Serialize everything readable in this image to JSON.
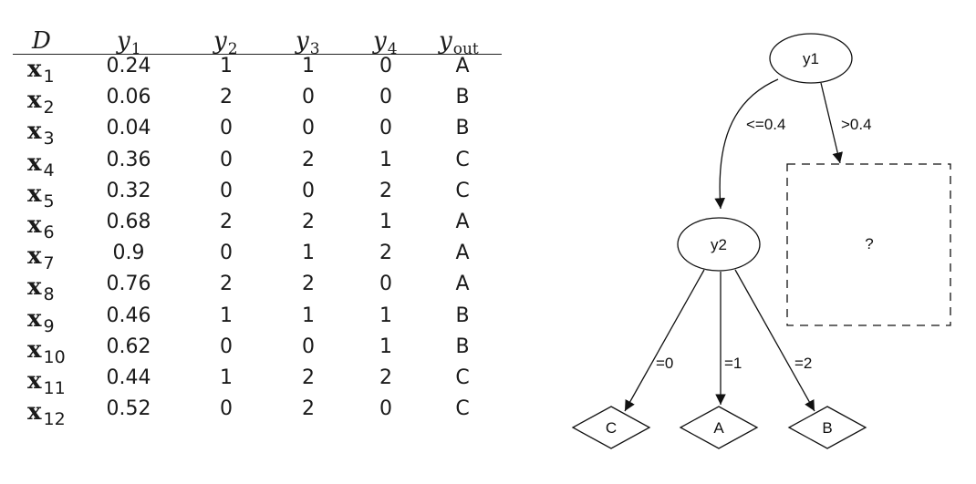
{
  "table": {
    "dataset_symbol": "D",
    "columns": [
      {
        "base": "y",
        "sub": "1"
      },
      {
        "base": "y",
        "sub": "2"
      },
      {
        "base": "y",
        "sub": "3"
      },
      {
        "base": "y",
        "sub": "4"
      },
      {
        "base": "y",
        "sub": "out"
      }
    ],
    "rows": [
      {
        "x": "x",
        "sub": "1",
        "values": [
          "0.24",
          "1",
          "1",
          "0",
          "A"
        ]
      },
      {
        "x": "x",
        "sub": "2",
        "values": [
          "0.06",
          "2",
          "0",
          "0",
          "B"
        ]
      },
      {
        "x": "x",
        "sub": "3",
        "values": [
          "0.04",
          "0",
          "0",
          "0",
          "B"
        ]
      },
      {
        "x": "x",
        "sub": "4",
        "values": [
          "0.36",
          "0",
          "2",
          "1",
          "C"
        ]
      },
      {
        "x": "x",
        "sub": "5",
        "values": [
          "0.32",
          "0",
          "0",
          "2",
          "C"
        ]
      },
      {
        "x": "x",
        "sub": "6",
        "values": [
          "0.68",
          "2",
          "2",
          "1",
          "A"
        ]
      },
      {
        "x": "x",
        "sub": "7",
        "values": [
          "0.9",
          "0",
          "1",
          "2",
          "A"
        ]
      },
      {
        "x": "x",
        "sub": "8",
        "values": [
          "0.76",
          "2",
          "2",
          "0",
          "A"
        ]
      },
      {
        "x": "x",
        "sub": "9",
        "values": [
          "0.46",
          "1",
          "1",
          "1",
          "B"
        ]
      },
      {
        "x": "x",
        "sub": "10",
        "values": [
          "0.62",
          "0",
          "0",
          "1",
          "B"
        ]
      },
      {
        "x": "x",
        "sub": "11",
        "values": [
          "0.44",
          "1",
          "2",
          "2",
          "C"
        ]
      },
      {
        "x": "x",
        "sub": "12",
        "values": [
          "0.52",
          "0",
          "2",
          "0",
          "C"
        ]
      }
    ]
  },
  "tree": {
    "root_label": "y1",
    "left_branch_label": "<=0.4",
    "right_branch_label": ">0.4",
    "unknown_label": "?",
    "child_label": "y2",
    "child_edges": [
      "=0",
      "=1",
      "=2"
    ],
    "leaves": [
      "C",
      "A",
      "B"
    ]
  }
}
